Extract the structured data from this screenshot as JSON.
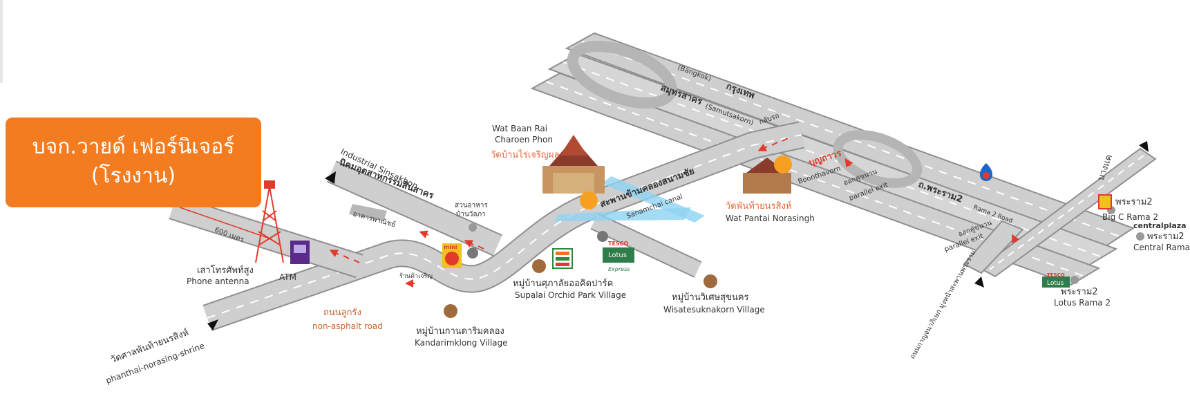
{
  "title_badge": {
    "line1": "บจก.วายด์ เฟอร์นิเจอร์",
    "line2": "(โรงงาน)"
  },
  "colors": {
    "road": "#c9c9c9",
    "road_edge": "#8f8f8f",
    "accent": "#f47c20",
    "marker_brown": "#a06a3c",
    "marker_orange": "#f5a020",
    "canal": "#8fd3f3",
    "arrow": "#e23a2a"
  },
  "labels": {
    "industrial_en": "Industrial Sinsakhon",
    "industrial_th": "นิคมอุตสาหกรรมสินสาคร",
    "bank_th": "อาคารพาณิชย์",
    "distance": "600 เมตร",
    "antenna_th": "เสาโทรศัพท์สูง",
    "antenna_en": "Phone antenna",
    "atm": "ATM",
    "nonasphalt_th": "ถนนลูกรัง",
    "nonasphalt_en": "non-asphalt road",
    "shrine_th": "วัดศาลพันท้ายนรสิงห์",
    "shrine_en": "phanthai-norasing-shrine",
    "garden_th1": "สวนอาหาร",
    "garden_th2": "บ้านวัลภา",
    "shop_small": "ร้านค้าเจริญ",
    "mini_c": "mini",
    "wat_baan_rai_en1": "Wat Baan Rai",
    "wat_baan_rai_en2": "Charoen Phon",
    "wat_baan_rai_th": "วัดบ้านไร่เจริญผล",
    "bridge_th": "สะพานข้ามคลองสนามชัย",
    "canal_en": "Sanamchai canal",
    "supalai_th": "หมู่บ้านศุภาลัยออคิดปาร์ค",
    "supalai_en": "Supalai Orchid Park Village",
    "kandarim_th": "หมู่บ้านกานดาริมคลอง",
    "kandarim_en": "Kandarimklong Village",
    "wisate_th": "หมู่บ้านวิเศษสุขนคร",
    "wisate_en": "Wisatesuknakorn Village",
    "tesco_brand": "TESCO",
    "lotus_brand": "Lotus",
    "lotus_express": "Express",
    "wat_pantai_th": "วัดพันท้ายนรสิงห์",
    "wat_pantai_en": "Wat Pantai Norasingh",
    "boonthavorn_th": "บุญถาวร",
    "boonthavorn_en": "Boonthavorn",
    "parallel_th": "ออกคู่ขนาน",
    "parallel_en": "parallel exit",
    "samutsakorn_th": "สมุทรสาคร",
    "samutsakorn_en": "(Samutsakorn)",
    "bangkok_th": "กรุงเทพ",
    "bangkok_en": "(Bangkok)",
    "uturn": "กลับรถ",
    "rama2_th": "ถ.พระราม2",
    "rama2_en": "Rama 2 Road",
    "bangkae": "บางแค",
    "bigc_th": "พระราม2",
    "bigc_en": "Big C Rama 2",
    "central_brand": "centralplaza",
    "central_th": "พระราม2",
    "central_en": "Central Rama 2",
    "lotus_r2_th": "พระราม2",
    "lotus_r2_en": "Lotus Rama 2",
    "kanchanapisek": "ถนนกาญจนาภิเษก มุ่งหน้าสะพานพระราม"
  }
}
